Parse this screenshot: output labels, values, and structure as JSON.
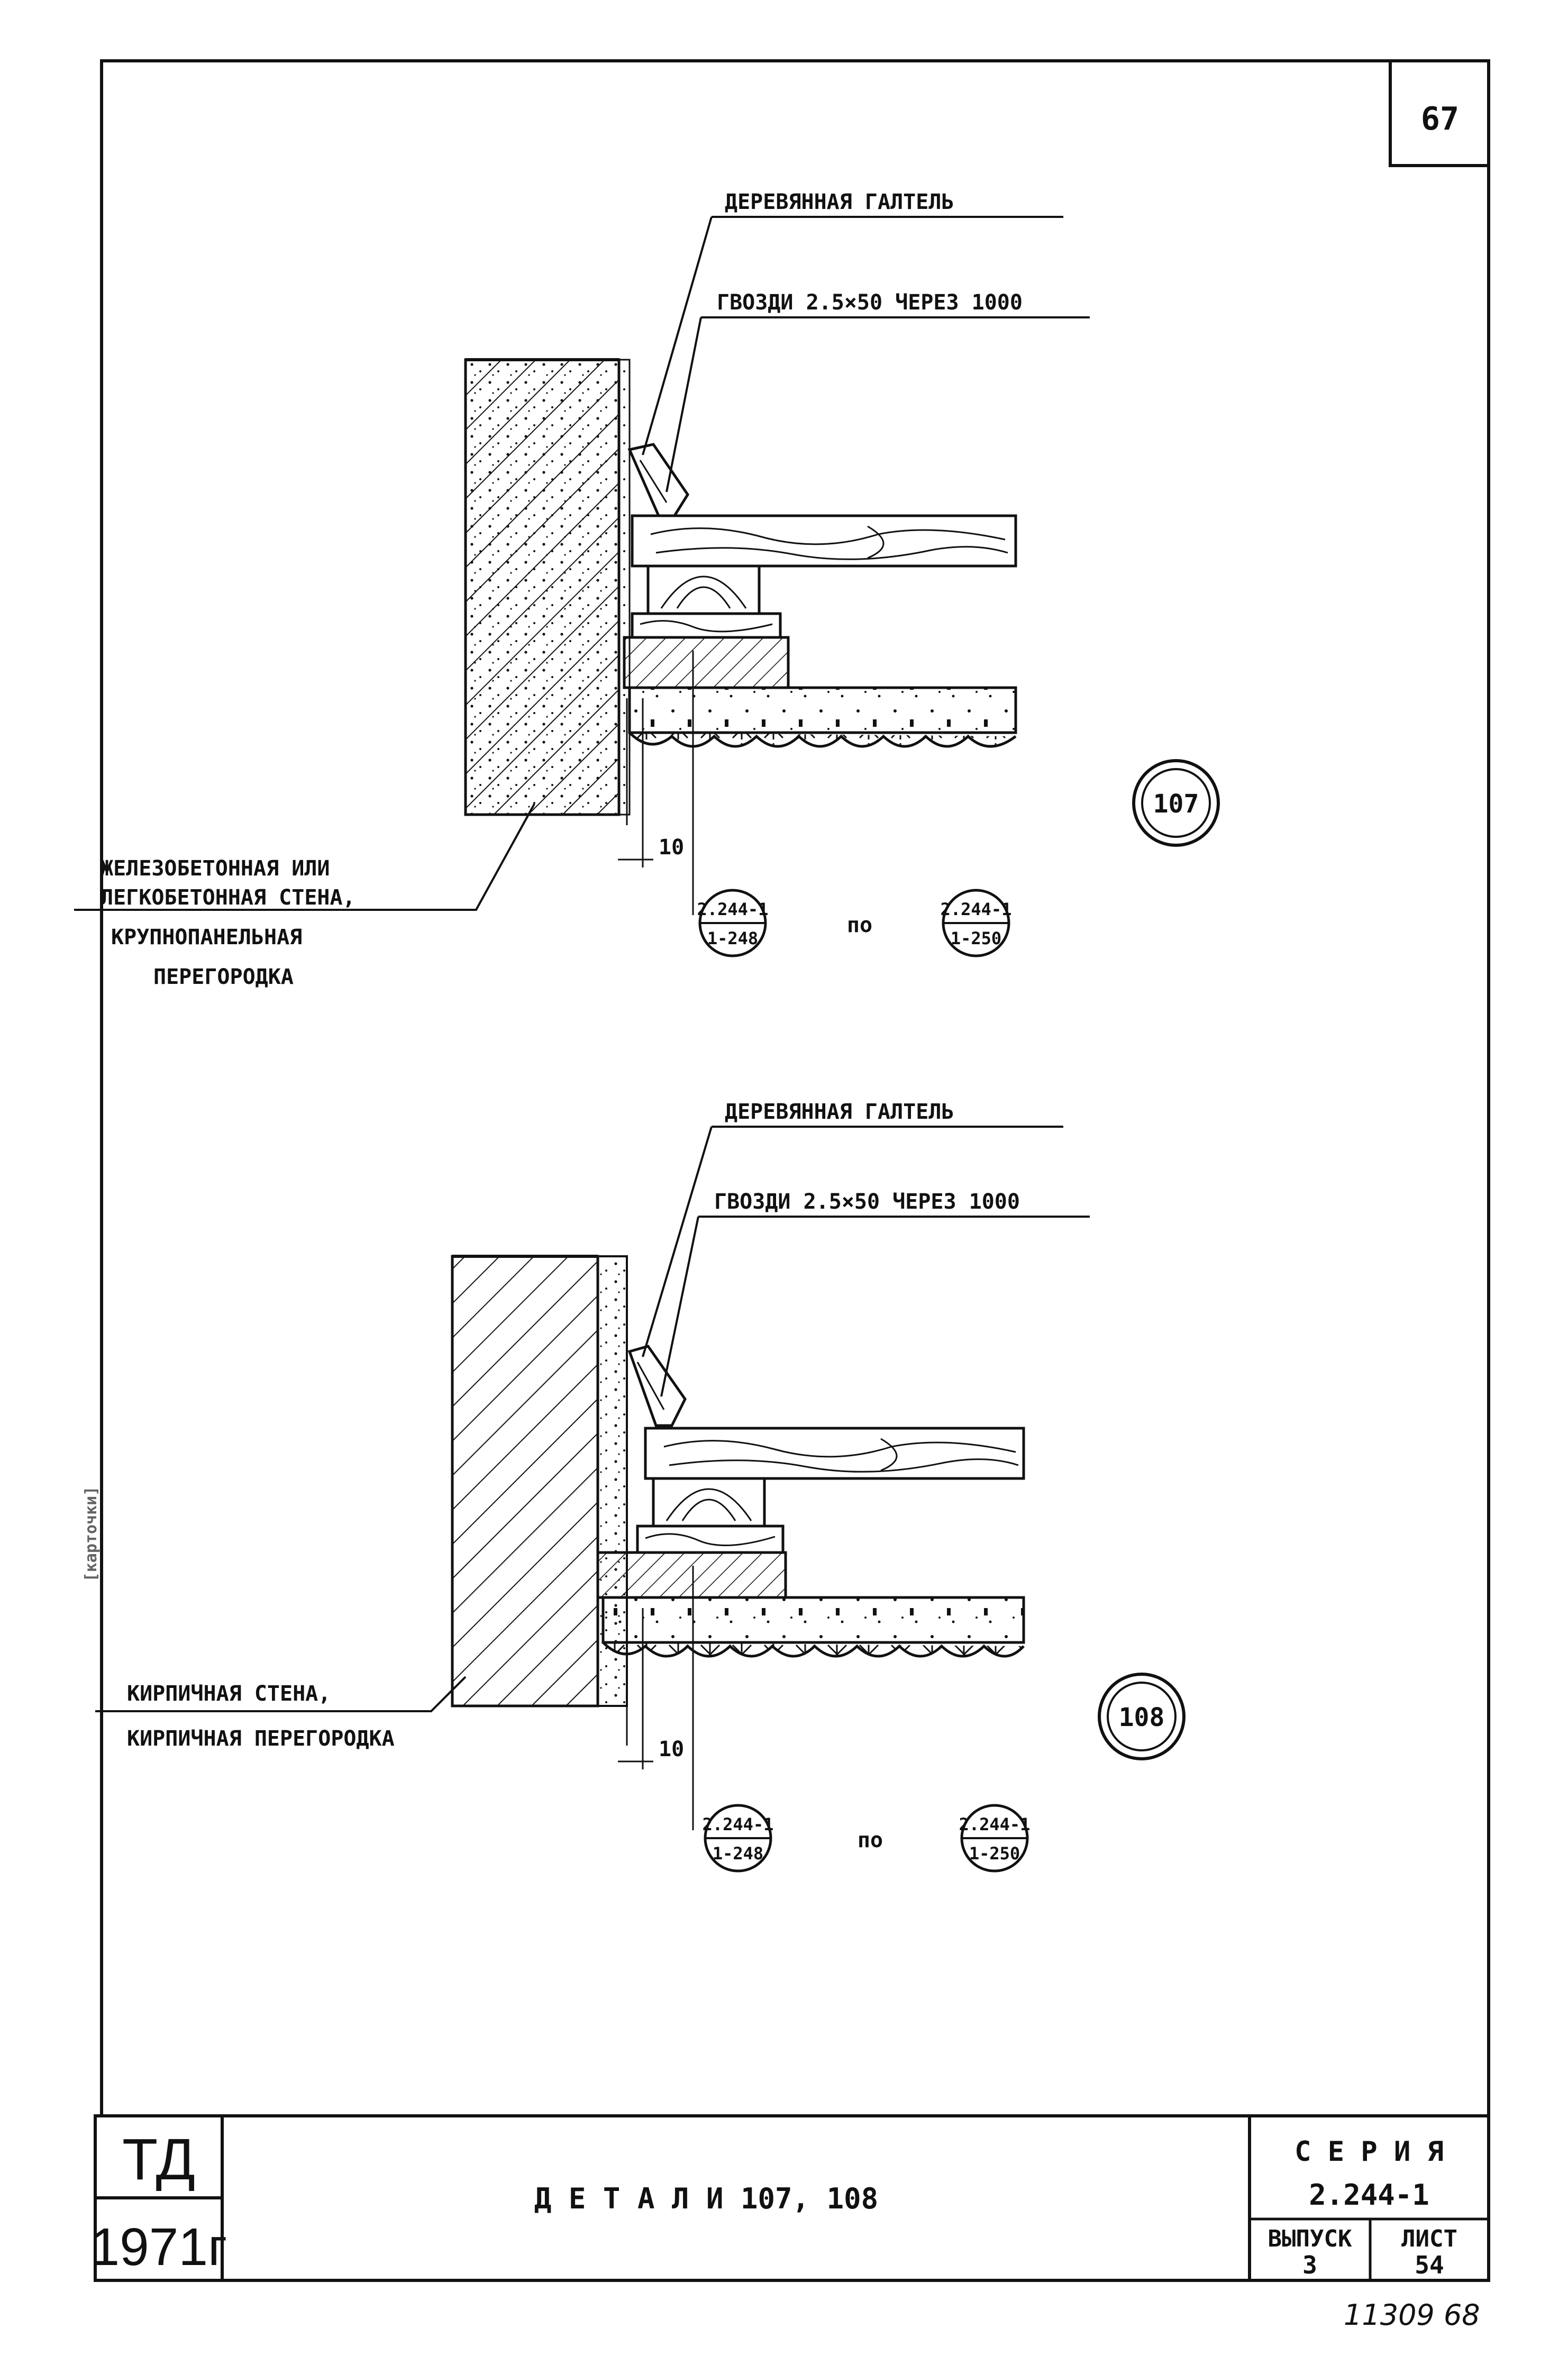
{
  "sheet": {
    "page_number": "67",
    "bottom_note": "11309  68",
    "side_margin_text": "[карточки]"
  },
  "detail_107": {
    "callout_board": "ДЕРЕВЯННАЯ ГАЛТЕЛЬ",
    "callout_nails": "ГВОЗДИ 2.5×50 ЧЕРЕЗ 1000",
    "wall_label_line1": "ЖЕЛЕЗОБЕТОННАЯ ИЛИ",
    "wall_label_line2": "ЛЕГКОБЕТОННАЯ СТЕНА,",
    "wall_label_line3": "КРУПНОПАНЕЛЬНАЯ",
    "wall_label_line4": "ПЕРЕГОРОДКА",
    "dimension": "10",
    "marker": "107",
    "ref_a_top": "2.244-1",
    "ref_a_bottom": "1-248",
    "ref_joiner": "по",
    "ref_b_top": "2.244-1",
    "ref_b_bottom": "1-250"
  },
  "detail_108": {
    "callout_board": "ДЕРЕВЯННАЯ ГАЛТЕЛЬ",
    "callout_nails": "ГВОЗДИ 2.5×50 ЧЕРЕЗ 1000",
    "wall_label_line1": "КИРПИЧНАЯ СТЕНА,",
    "wall_label_line2": "КИРПИЧНАЯ ПЕРЕГОРОДКА",
    "dimension": "10",
    "marker": "108",
    "ref_a_top": "2.244-1",
    "ref_a_bottom": "1-248",
    "ref_joiner": "по",
    "ref_b_top": "2.244-1",
    "ref_b_bottom": "1-250"
  },
  "title_block": {
    "org": "ТД",
    "year": "1971г",
    "title": "Д Е Т А Л И   107, 108",
    "series_label": "С Е Р И Я",
    "series_value": "2.244-1",
    "issue_label": "ВЫПУСК",
    "issue_value": "3",
    "sheet_label": "ЛИСТ",
    "sheet_value": "54"
  }
}
